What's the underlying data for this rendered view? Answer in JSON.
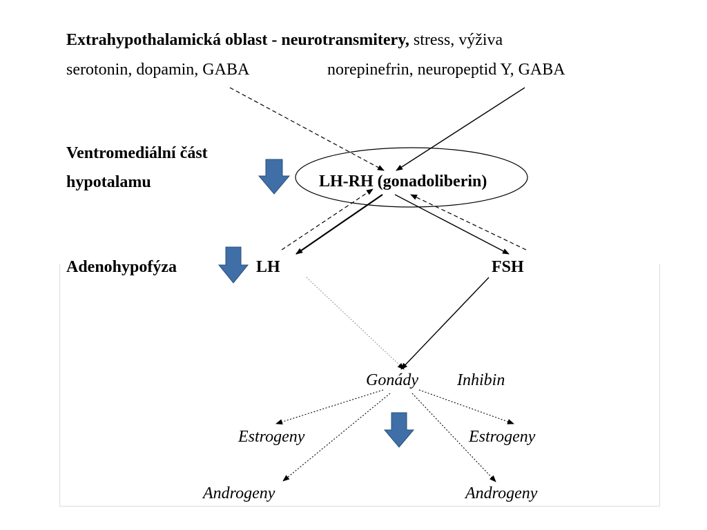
{
  "header": {
    "line1_bold": "Extrahypothalamická oblast  - neurotransmitery,",
    "line1_rest": " stress, výživa",
    "line2_left": "serotonin, dopamin, GABA",
    "line2_right": "norepinefrin, neuropeptid Y, GABA"
  },
  "hypothalamus": {
    "label_line1": "Ventromediální část",
    "label_line2": "hypotalamu",
    "node": "LH-RH (gonadoliberin)"
  },
  "pituitary": {
    "label": "Adenohypofýza",
    "lh": "LH",
    "fsh": "FSH"
  },
  "gonads": {
    "node": "Gonády",
    "inhibin": "Inhibin",
    "estrogen_left": "Estrogeny",
    "estrogen_right": "Estrogeny",
    "androgen_left": "Androgeny",
    "androgen_right": "Androgeny"
  },
  "colors": {
    "block_arrow_fill": "#3f6fa6",
    "block_arrow_stroke": "#2a4f7c"
  }
}
